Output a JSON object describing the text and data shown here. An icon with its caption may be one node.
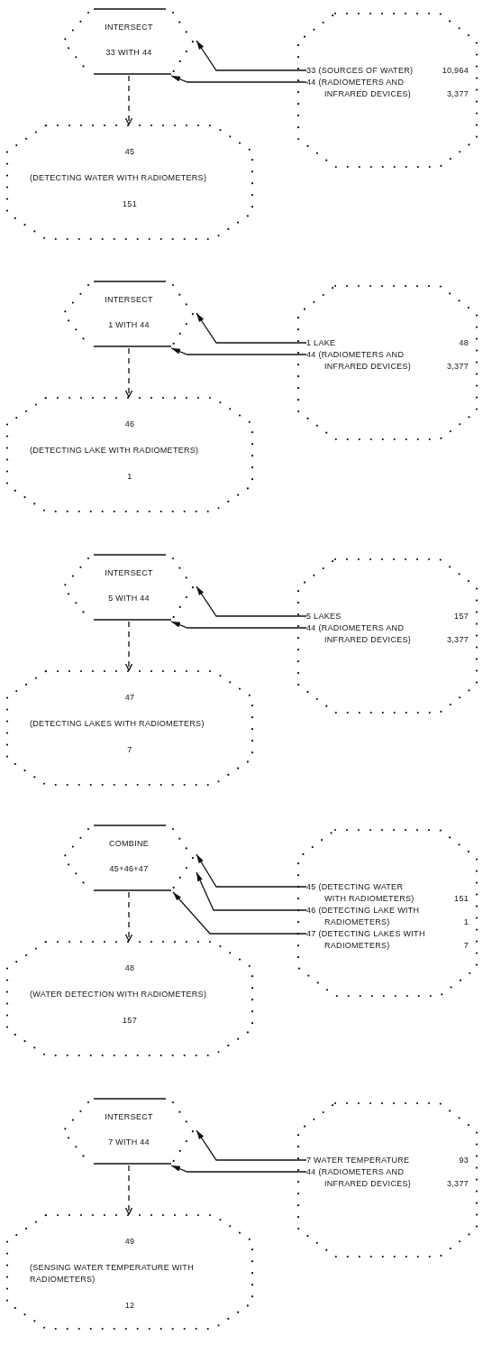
{
  "diagram": {
    "nodes": [
      {
        "text": [
          "INTERSECT",
          "33 WITH 44"
        ]
      },
      {
        "text": [],
        "shape": "octagon"
      },
      {
        "text": [
          "33 (SOURCES OF WATER)",
          "10,964"
        ],
        "in": 1
      },
      {
        "text": [
          "44 (RADIOMETERS AND INFRARED DEVICES)",
          "3,377"
        ],
        "in": 1
      },
      {
        "text": [
          "45",
          "(DETECTING WATER WITH RADIOMETERS)",
          "151"
        ]
      },
      {
        "text": [
          "INTERSECT",
          "1 WITH 44"
        ]
      },
      {
        "text": [],
        "shape": "octagon"
      },
      {
        "text": [
          "1 LAKE",
          "48"
        ],
        "in": 6
      },
      {
        "text": [
          "44 (RADIOMETERS AND INFRARED DEVICES)",
          "3,377"
        ],
        "in": 6
      },
      {
        "text": [
          "46",
          "(DETECTING LAKE WITH RADIOMETERS)",
          "1"
        ]
      },
      {
        "text": [
          "INTERSECT",
          "5 WITH 44"
        ]
      },
      {
        "text": [],
        "shape": "octagon"
      },
      {
        "text": [
          "5 LAKES",
          "157"
        ],
        "in": 11
      },
      {
        "text": [
          "44 (RADIOMETERS AND INFRARED DEVICES)",
          "3,377"
        ],
        "in": 11
      },
      {
        "text": [
          "47",
          "(DETECTING LAKES WITH RADIOMETERS)",
          "7"
        ]
      },
      {
        "text": [
          "COMBINE",
          "45+46+47"
        ]
      },
      {
        "text": [],
        "shape": "octagon"
      },
      {
        "text": [
          "45 (DETECTING WATER WITH RADIOMETERS)",
          "151"
        ],
        "in": 16
      },
      {
        "text": [
          "46 (DETECTING LAKE WITH RADIOMETERS)",
          "1"
        ],
        "in": 16
      },
      {
        "text": [
          "47 (DETECTING LAKES WITH RADIOMETERS)",
          "7"
        ],
        "in": 16
      },
      {
        "text": [
          "48",
          "(WATER DETECTION WITH RADIOMETERS)",
          "157"
        ]
      },
      {
        "text": [
          "INTERSECT",
          "7 WITH 44"
        ]
      },
      {
        "text": [],
        "shape": "octagon"
      },
      {
        "text": [
          "7 WATER TEMPERATURE",
          "93"
        ],
        "in": 22
      },
      {
        "text": [
          "44 (RADIOMETERS AND INFRARED DEVICES)",
          "3,377"
        ],
        "in": 22
      },
      {
        "text": [
          "49",
          "(SENSING WATER TEMPERATURE WITH RADIOMETERS)",
          "12"
        ]
      }
    ],
    "edges": [
      {
        "from": 2,
        "to": 0,
        "arrow": "to"
      },
      {
        "from": 3,
        "to": 0,
        "arrow": "to"
      },
      {
        "from": 0,
        "to": 4,
        "arrow": "to",
        "style": "dashed"
      },
      {
        "from": 7,
        "to": 5,
        "arrow": "to"
      },
      {
        "from": 8,
        "to": 5,
        "arrow": "to"
      },
      {
        "from": 5,
        "to": 9,
        "arrow": "to",
        "style": "dashed"
      },
      {
        "from": 12,
        "to": 10,
        "arrow": "to"
      },
      {
        "from": 13,
        "to": 10,
        "arrow": "to"
      },
      {
        "from": 10,
        "to": 14,
        "arrow": "to",
        "style": "dashed"
      },
      {
        "from": 17,
        "to": 15,
        "arrow": "to"
      },
      {
        "from": 18,
        "to": 15,
        "arrow": "to"
      },
      {
        "from": 19,
        "to": 15,
        "arrow": "to"
      },
      {
        "from": 15,
        "to": 20,
        "arrow": "to",
        "style": "dashed"
      },
      {
        "from": 23,
        "to": 21,
        "arrow": "to"
      },
      {
        "from": 24,
        "to": 21,
        "arrow": "to"
      },
      {
        "from": 21,
        "to": 25,
        "arrow": "to",
        "style": "dashed"
      }
    ]
  }
}
